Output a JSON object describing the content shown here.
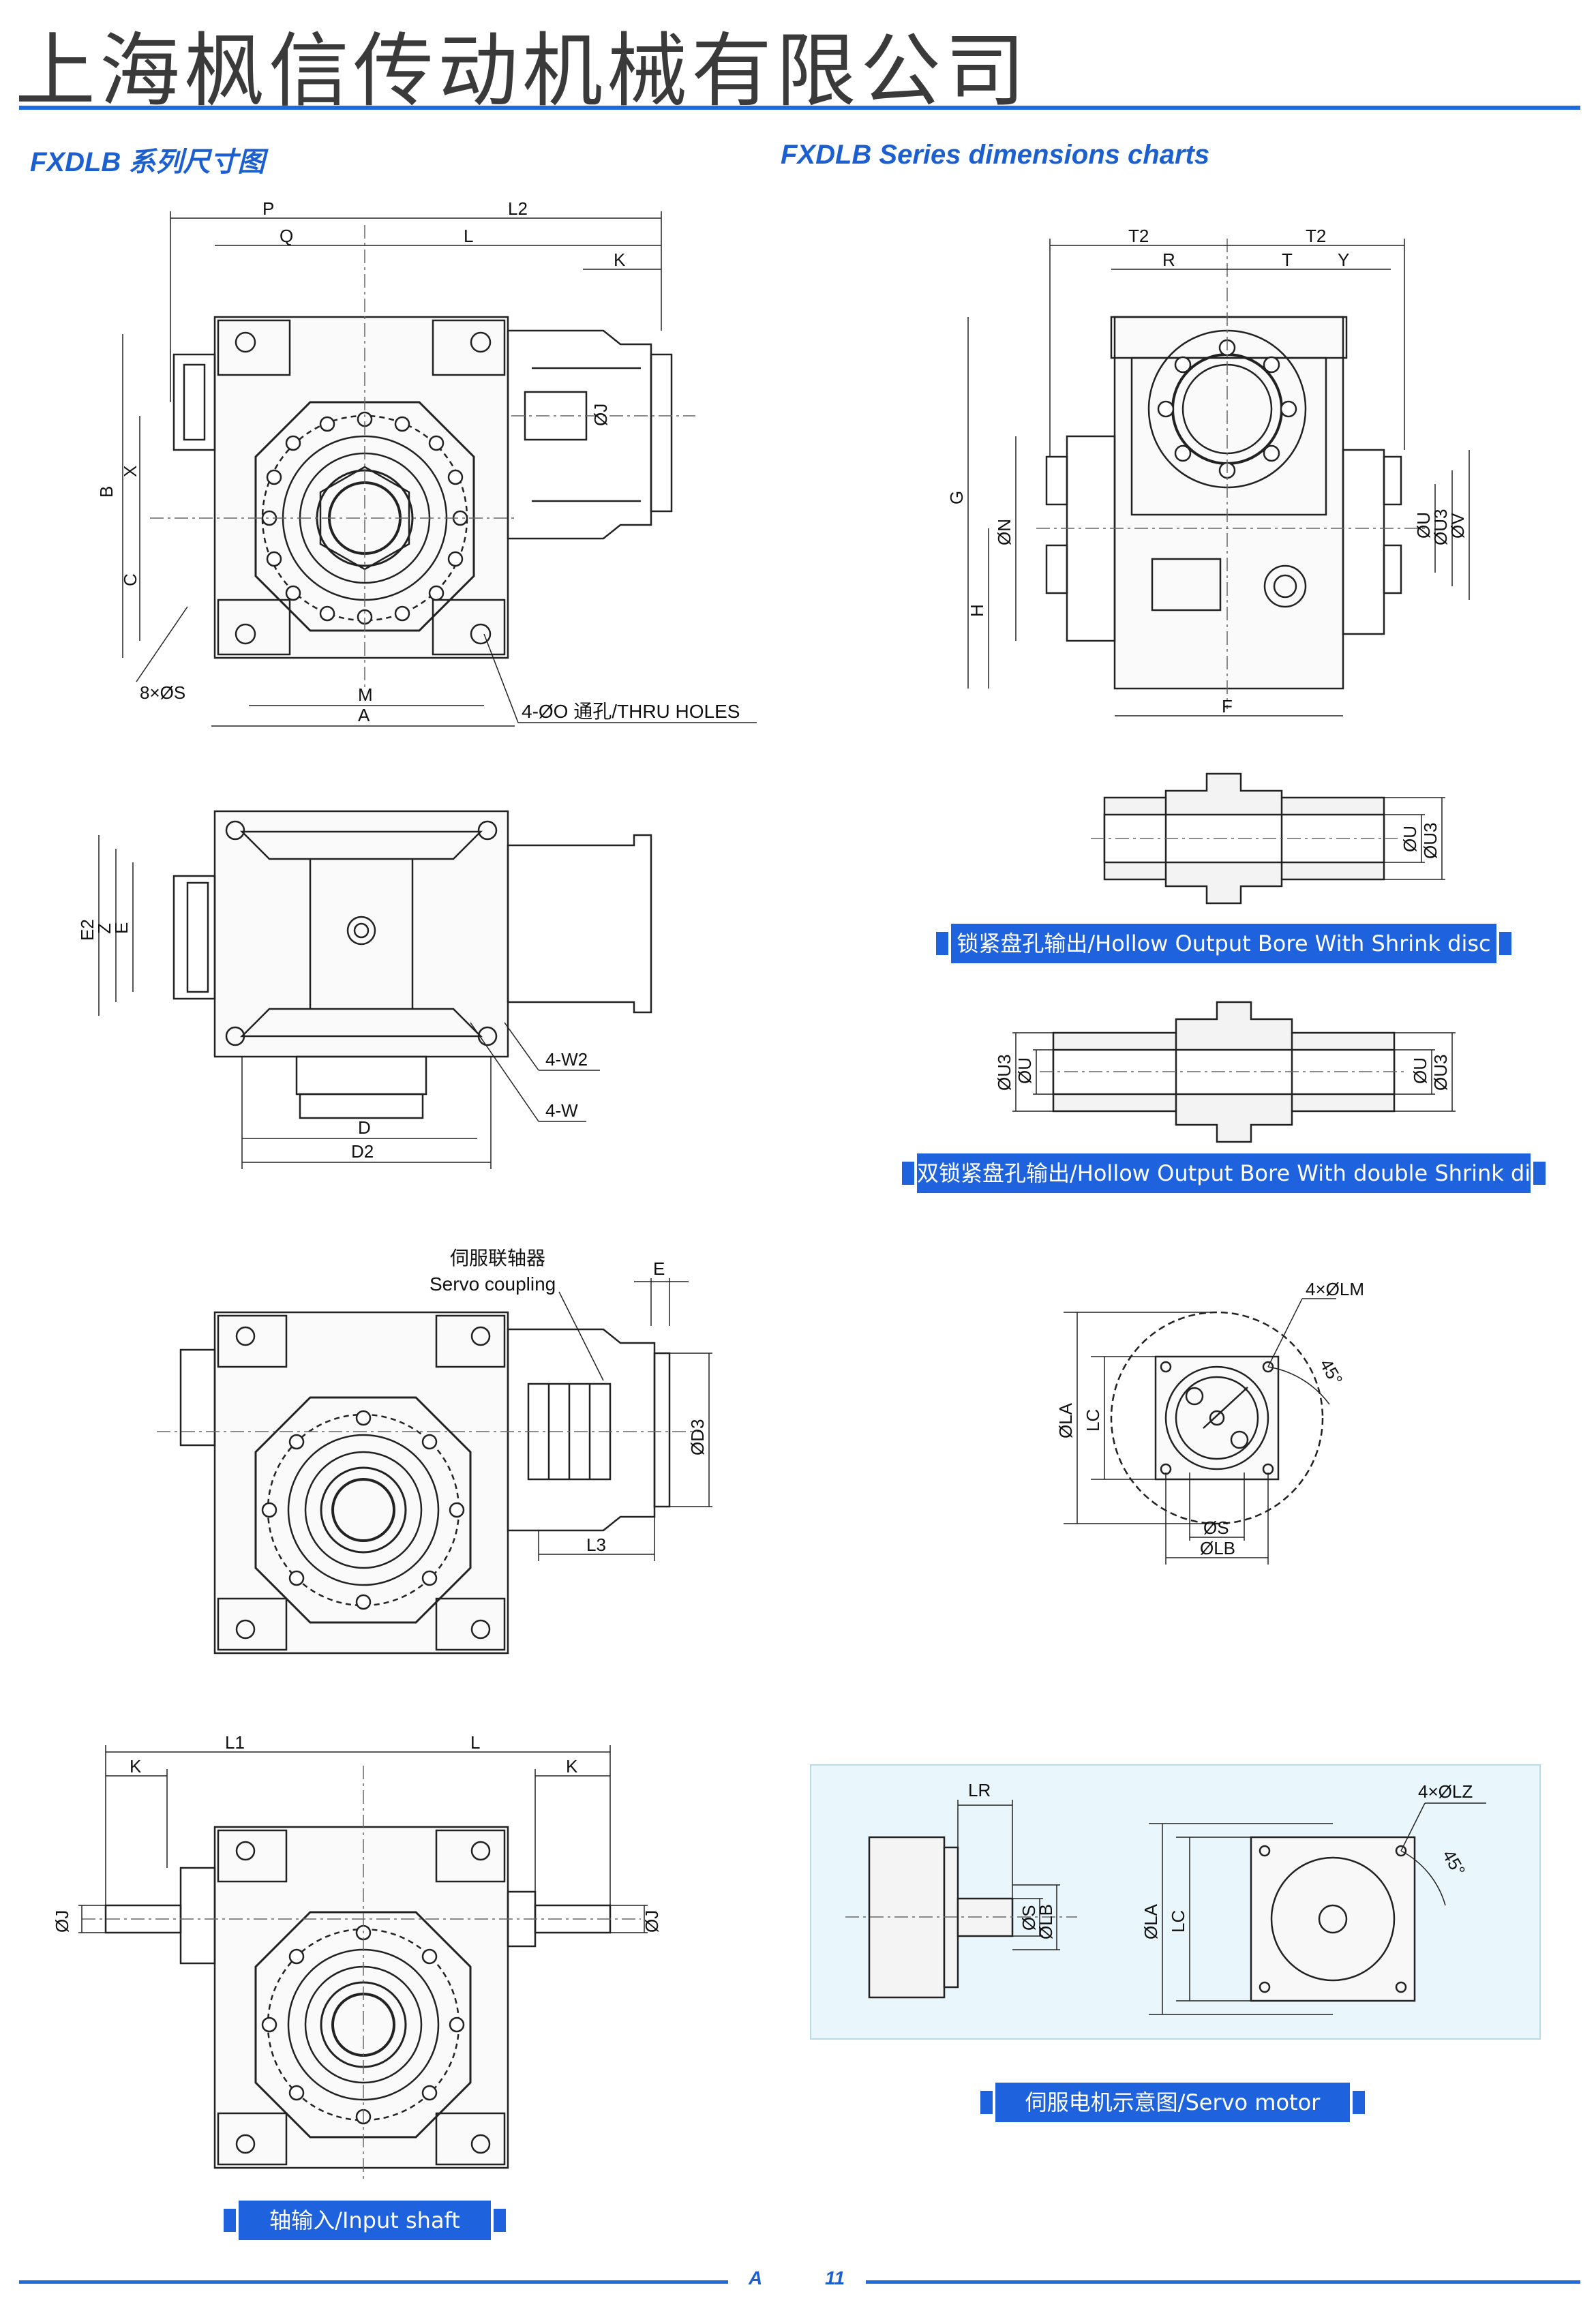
{
  "header": {
    "company": "上海枫信传动机械有限公司",
    "title_cn": "FXDLB 系列尺寸图",
    "title_en": "FXDLB  Series dimensions charts"
  },
  "front_view": {
    "labels": [
      "P",
      "L2",
      "Q",
      "L",
      "K",
      "ØJ",
      "B",
      "X",
      "C",
      "8×ØS",
      "M",
      "A",
      "4-ØO 通孔/THRU HOLES"
    ]
  },
  "side_view": {
    "labels": [
      "T2",
      "T2",
      "R",
      "T",
      "Y",
      "G",
      "ØN",
      "H",
      "ØU",
      "ØU3",
      "ØV",
      "F"
    ]
  },
  "bottom_view": {
    "labels": [
      "E2",
      "Z",
      "E",
      "4-W2",
      "4-W",
      "D",
      "D2"
    ]
  },
  "shrink_disc": {
    "labels": [
      "ØU",
      "ØU3"
    ],
    "banner": "锁紧盘孔输出/Hollow Output Bore With Shrink disc"
  },
  "double_shrink_disc": {
    "labels_left": [
      "ØU3",
      "ØU"
    ],
    "labels_right": [
      "ØU",
      "ØU3"
    ],
    "banner": "双锁紧盘孔输出/Hollow Output Bore With double Shrink disc"
  },
  "servo_view": {
    "coupling_cn": "伺服联轴器",
    "coupling_en": "Servo coupling",
    "labels": [
      "E",
      "ØD3",
      "L3"
    ]
  },
  "flange_view": {
    "labels": [
      "4×ØLM",
      "45°",
      "ØLA",
      "LC",
      "ØS",
      "ØLB"
    ]
  },
  "input_shaft_view": {
    "labels": [
      "L1",
      "L",
      "K",
      "K",
      "ØJ",
      "ØJ"
    ],
    "banner": "轴输入/Input shaft"
  },
  "servo_motor": {
    "labels": [
      "LR",
      "4×ØLZ",
      "45°",
      "ØS",
      "ØLB",
      "ØLA",
      "LC"
    ],
    "banner": "伺服电机示意图/Servo motor"
  },
  "footer": {
    "section": "A",
    "page": "11"
  },
  "colors": {
    "accent": "#1e6be0",
    "banner": "#1f62de",
    "panel": "#e9f6fb"
  }
}
